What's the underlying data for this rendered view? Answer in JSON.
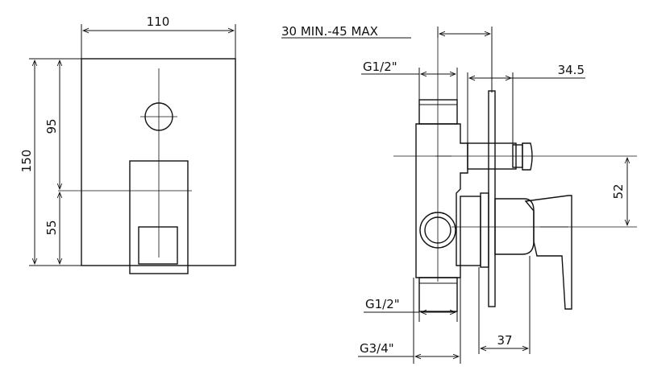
{
  "front_view": {
    "width_label": "110",
    "height_label": "150",
    "upper_label": "95",
    "lower_label": "55"
  },
  "side_view": {
    "depth_label": "30 MIN.-45 MAX",
    "top_inlet_label": "G1/2\"",
    "offset_label": "34.5",
    "spout_height_label": "52",
    "bottom_outlet_label": "G1/2\"",
    "body_outlet_label": "G3/4\"",
    "handle_depth_label": "37"
  },
  "colors": {
    "line": "#111111",
    "background": "#ffffff"
  }
}
